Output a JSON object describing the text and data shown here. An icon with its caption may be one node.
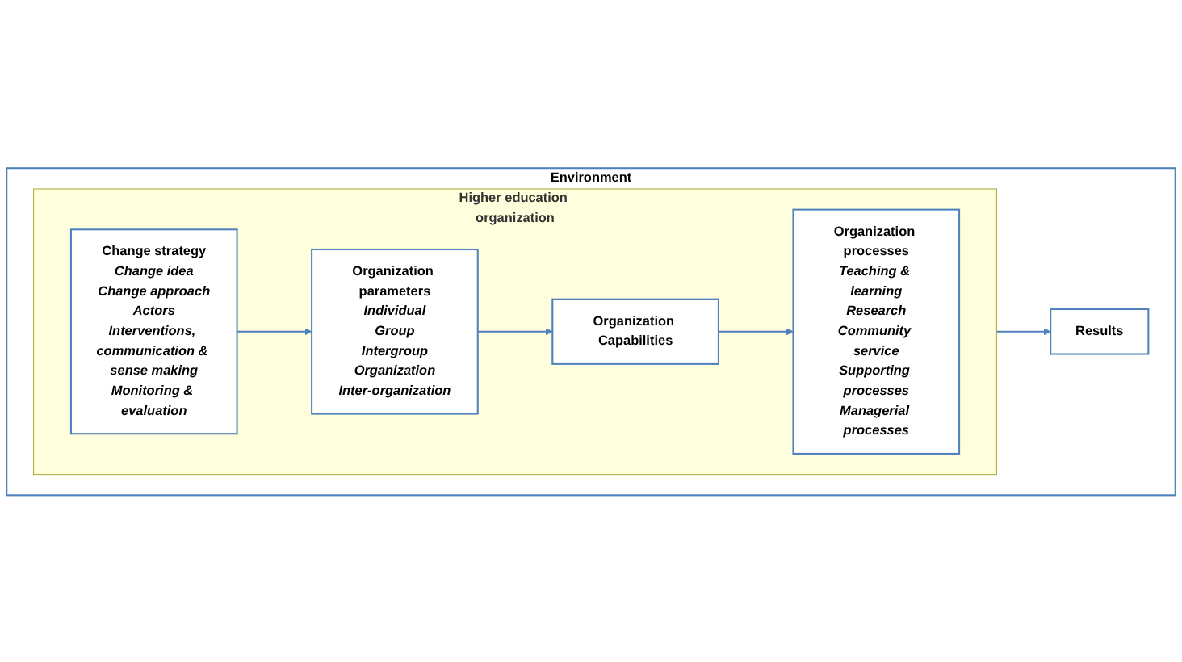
{
  "diagram": {
    "nodes": [
      {
        "text": [
          "Environment"
        ]
      },
      {
        "text": [
          "Higher education organization"
        ],
        "in": 0
      },
      {
        "text": [
          "Change strategy",
          "Change idea",
          "Change approach",
          "Actors",
          "Interventions, communication & sense making",
          "Monitoring & evaluation"
        ],
        "in": 1
      },
      {
        "text": [
          "Organization parameters",
          "Individual",
          "Group",
          "Intergroup",
          "Organization",
          "Inter-organization"
        ],
        "in": 1
      },
      {
        "text": [
          "Organization Capabilities"
        ],
        "in": 1
      },
      {
        "text": [
          "Organization processes",
          "Teaching & learning",
          "Research",
          "Community service",
          "Supporting processes",
          "Managerial processes"
        ],
        "in": 1
      },
      {
        "text": [
          "Results"
        ],
        "in": 0
      }
    ],
    "edges": [
      {
        "from": 2,
        "to": 3,
        "arrow": "to"
      },
      {
        "from": 3,
        "to": 4,
        "arrow": "to"
      },
      {
        "from": 4,
        "to": 5,
        "arrow": "to"
      },
      {
        "from": 1,
        "to": 6,
        "arrow": "to"
      }
    ]
  }
}
